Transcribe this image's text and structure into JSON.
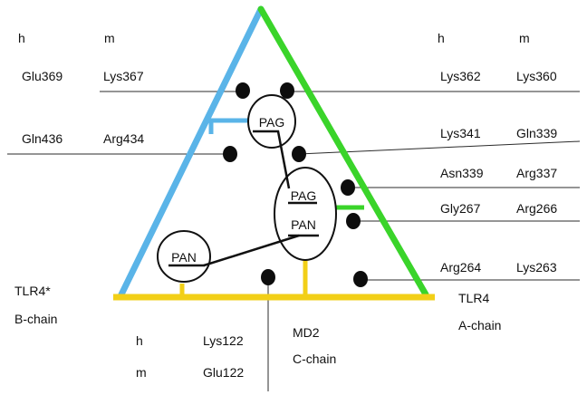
{
  "colors": {
    "b_chain": "#5ab4e8",
    "a_chain": "#3ad42a",
    "c_chain": "#f2cf17",
    "residue_dot": "#0d0d0d",
    "lines": "#2b2b2b"
  },
  "headers": {
    "left_h": "h",
    "left_m": "m",
    "right_h": "h",
    "right_m": "m"
  },
  "residues_left": [
    {
      "h": "Glu369",
      "m": "Lys367"
    },
    {
      "h": "Gln436",
      "m": "Arg434"
    }
  ],
  "residues_right": [
    {
      "h": "Lys362",
      "m": "Lys360"
    },
    {
      "h": "Lys341",
      "m": "Gln339"
    },
    {
      "h": "Asn339",
      "m": "Arg337"
    },
    {
      "h": "Gly267",
      "m": "Arg266"
    },
    {
      "h": "Arg264",
      "m": "Lys263"
    }
  ],
  "residues_bottom": {
    "h_label": "h",
    "m_label": "m",
    "h_value": "Lys122",
    "m_value": "Glu122"
  },
  "chains": {
    "b_line1": "TLR4*",
    "b_line2": "B-chain",
    "a_line1": "TLR4",
    "a_line2": "A-chain",
    "c_line1": "MD2",
    "c_line2": "C-chain"
  },
  "nodes": {
    "pag_top": "PAG",
    "pag_middle": "PAG",
    "pan_middle": "PAN",
    "pan_left": "PAN"
  }
}
